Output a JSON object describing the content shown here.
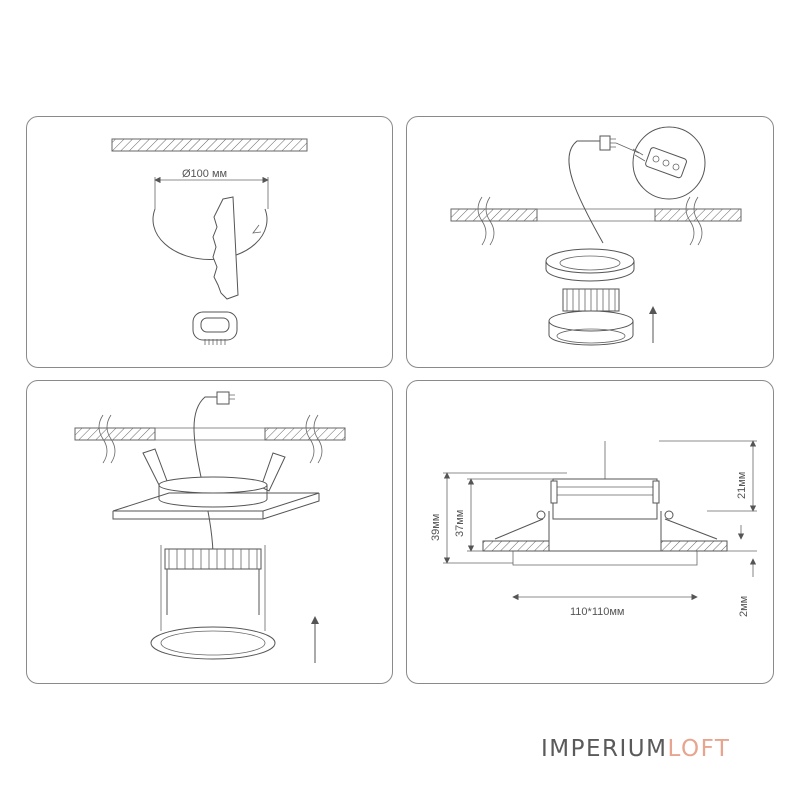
{
  "panels": [
    {
      "id": "step-1",
      "labels": {
        "diameter": "Ø100 мм"
      }
    },
    {
      "id": "step-2",
      "labels": {}
    },
    {
      "id": "step-3",
      "labels": {}
    },
    {
      "id": "step-4",
      "labels": {
        "depth_total": "39мм",
        "depth_body": "37мм",
        "height_top": "21мм",
        "width": "110*110мм",
        "frame_thickness": "2мм"
      }
    }
  ],
  "brand": {
    "part1": "IMPERIUM",
    "part2": "LOFT",
    "color_part1": "#5a5a5a",
    "color_part2": "#e7a58f"
  }
}
